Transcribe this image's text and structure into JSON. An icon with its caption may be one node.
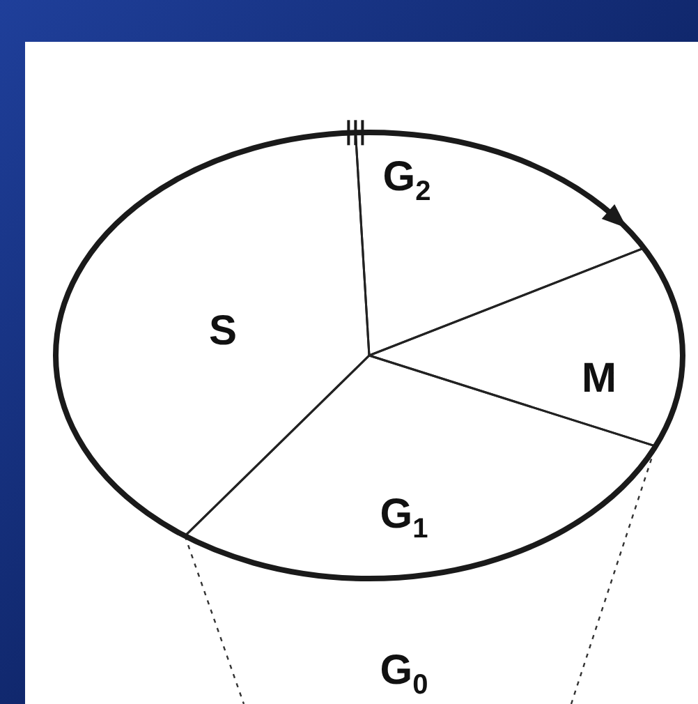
{
  "diagram": {
    "nodes": [
      {
        "text": [
          "G$_{2}$"
        ]
      },
      {
        "text": [
          "M"
        ]
      },
      {
        "text": [
          "G$_{1}$"
        ]
      },
      {
        "text": [
          "S"
        ]
      },
      {
        "text": [
          "G$_{0}$"
        ]
      }
    ]
  }
}
